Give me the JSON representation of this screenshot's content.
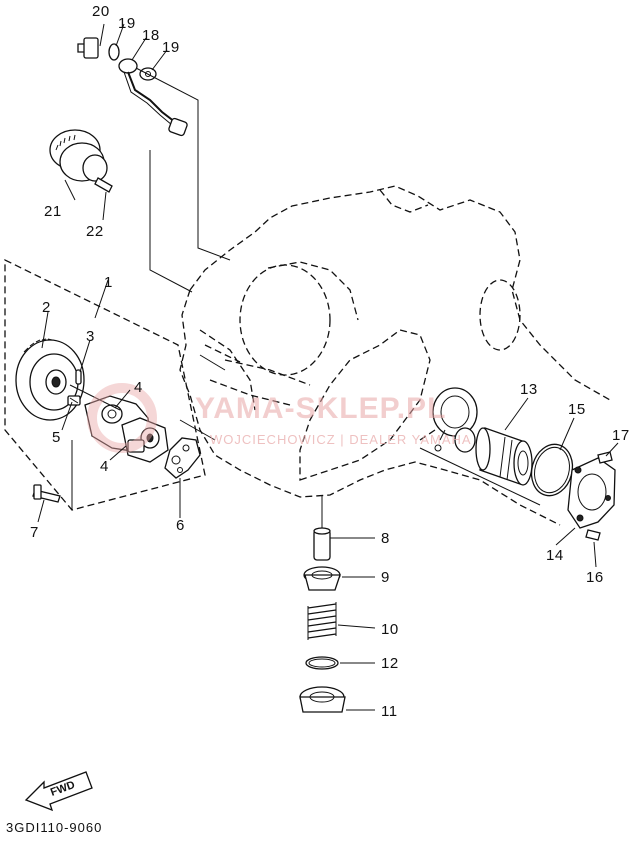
{
  "callouts": {
    "c1": "1",
    "c2": "2",
    "c3": "3",
    "c4a": "4",
    "c4b": "4",
    "c5": "5",
    "c6": "6",
    "c7": "7",
    "c8": "8",
    "c9": "9",
    "c10": "10",
    "c11": "11",
    "c12": "12",
    "c13": "13",
    "c14": "14",
    "c15": "15",
    "c16": "16",
    "c17": "17",
    "c18": "18",
    "c19a": "19",
    "c19b": "19",
    "c20": "20",
    "c21": "21",
    "c22": "22"
  },
  "watermark": {
    "brand": "YAMA-SKLEP.PL",
    "sub": "WOJCIECHOWICZ | DEALER YAMAHA"
  },
  "fwd_label": "FWD",
  "diagram_code": "3GDI110-9060",
  "colors": {
    "line": "#111111",
    "watermark": "#e8a7a7",
    "background": "#ffffff"
  }
}
